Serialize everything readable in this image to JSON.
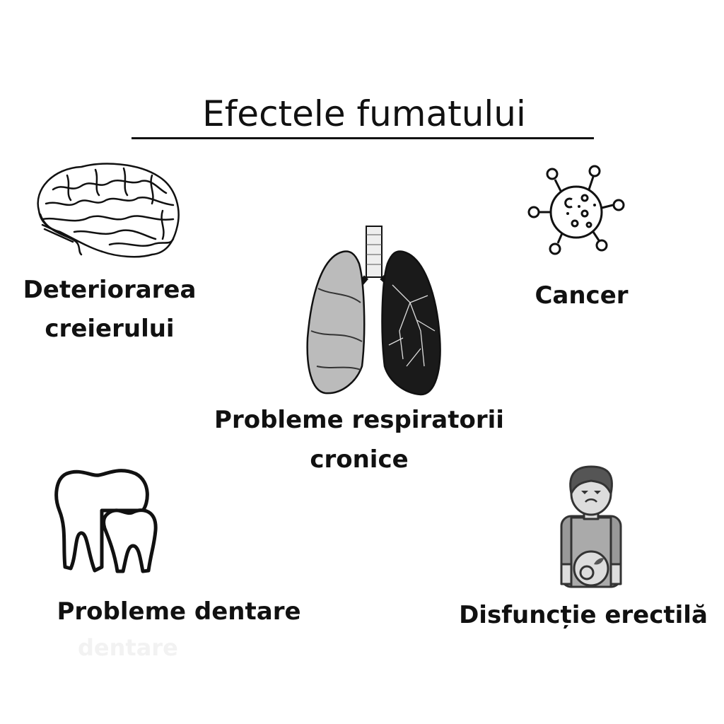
{
  "title": "Efectele fumatului",
  "effects": [
    {
      "label_line1": "Deteriorarea",
      "label_line2": "creierului",
      "icon": "brain-icon"
    },
    {
      "label_line1": "Cancer",
      "icon": "cancer-cell-icon"
    },
    {
      "label_line1": "Probleme respiratorii",
      "label_line2": "cronice",
      "icon": "lungs-icon"
    },
    {
      "label_line1": "Probleme dentare",
      "icon": "teeth-icon"
    },
    {
      "label_line1": "Disfuncție erectilă",
      "icon": "sad-man-icon"
    }
  ],
  "ghost_text": "dentare"
}
